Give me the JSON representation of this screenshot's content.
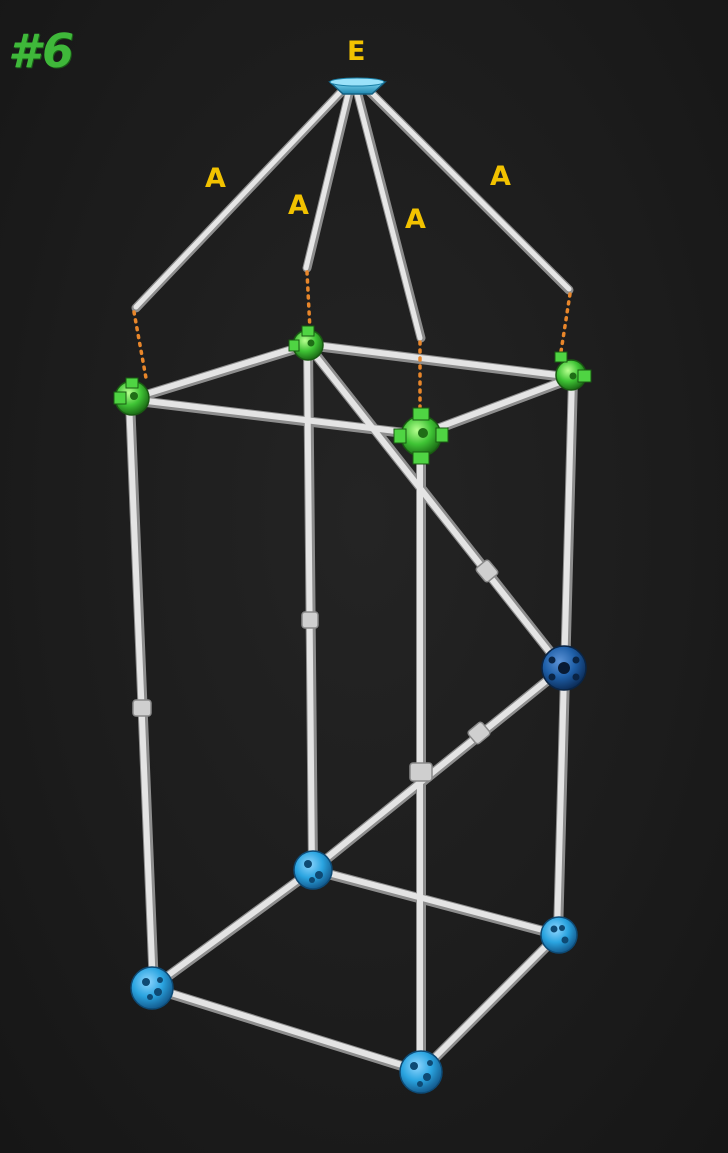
{
  "step": {
    "label": "#6"
  },
  "parts": {
    "top_connector": "E",
    "rod_1": "A",
    "rod_2": "A",
    "rod_3": "A",
    "rod_4": "A"
  },
  "colors": {
    "background": "#1b1b1b",
    "rod": "#dcdcdc",
    "green_connector": "#3fc435",
    "blue_connector": "#2aa4e0",
    "dark_blue_connector": "#1e5fa8",
    "top_connector": "#3ab0d8",
    "guide_dots": "#e8862a",
    "label_yellow": "#f2c200",
    "step_green": "#3fb83a"
  }
}
